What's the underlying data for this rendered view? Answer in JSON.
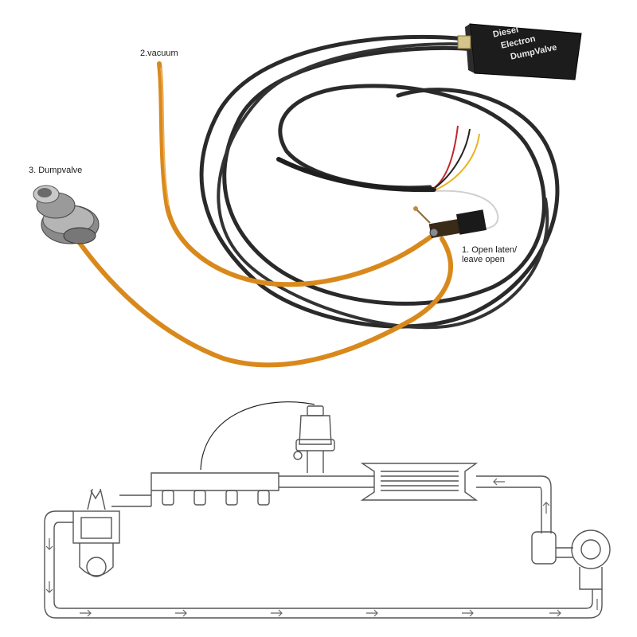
{
  "labels": {
    "vacuum": "2.vacuum",
    "dumpvalve": "3. Dumpvalve",
    "open_line1": "1. Open laten/",
    "open_line2": "leave open"
  },
  "module": {
    "line1": "Diesel",
    "line2": "Electron",
    "line3": "DumpValve"
  },
  "colors": {
    "hose": "#d9891c",
    "hose_dark": "#a25f0c",
    "cable": "#2a2a2a",
    "wire_red": "#c0282a",
    "wire_yellow": "#e6b422",
    "wire_white": "#e0e0e0",
    "module_body": "#1c1c1c",
    "line_art": "#555555"
  },
  "icons": [
    "dump-valve-fitting-icon",
    "control-module-icon",
    "connector-icon",
    "engine-icon",
    "intercooler-icon",
    "turbocharger-icon",
    "blow-off-valve-icon",
    "flow-arrow-icon"
  ]
}
